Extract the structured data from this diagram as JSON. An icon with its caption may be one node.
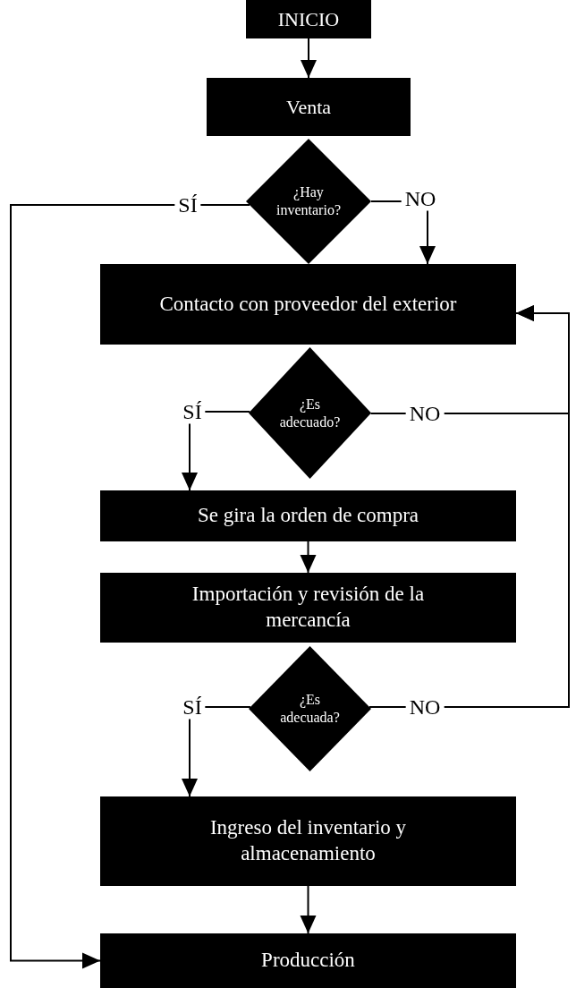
{
  "diagram": {
    "nodes": [
      {
        "text": [
          "INICIO"
        ]
      },
      {
        "text": [
          "Venta"
        ]
      },
      {
        "text": [
          "¿Hay inventario?"
        ]
      },
      {
        "text": [
          "Contacto con proveedor del exterior"
        ]
      },
      {
        "text": [
          "¿Es adecuado?"
        ]
      },
      {
        "text": [
          "Se gira la orden de compra"
        ]
      },
      {
        "text": [
          "Importación y revisión de la mercancía"
        ]
      },
      {
        "text": [
          "¿Es adecuada?"
        ]
      },
      {
        "text": [
          "Ingreso del inventario y almacenamiento"
        ]
      },
      {
        "text": [
          "Producción"
        ]
      }
    ],
    "edges": [
      {
        "from": 0,
        "to": 1,
        "arrow": "to"
      },
      {
        "from": 2,
        "to": 9,
        "arrow": "to",
        "label": "SÍ"
      },
      {
        "from": 2,
        "to": 3,
        "arrow": "to",
        "label": "NO"
      },
      {
        "from": 4,
        "to": 5,
        "arrow": "to",
        "label": "SÍ"
      },
      {
        "from": 4,
        "to": 3,
        "arrow": "to",
        "label": "NO"
      },
      {
        "from": 5,
        "to": 6,
        "arrow": "to"
      },
      {
        "from": 7,
        "to": 8,
        "arrow": "to",
        "label": "SÍ"
      },
      {
        "from": 7,
        "to": 3,
        "arrow": "to",
        "label": "NO"
      },
      {
        "from": 8,
        "to": 9,
        "arrow": "to"
      }
    ]
  }
}
